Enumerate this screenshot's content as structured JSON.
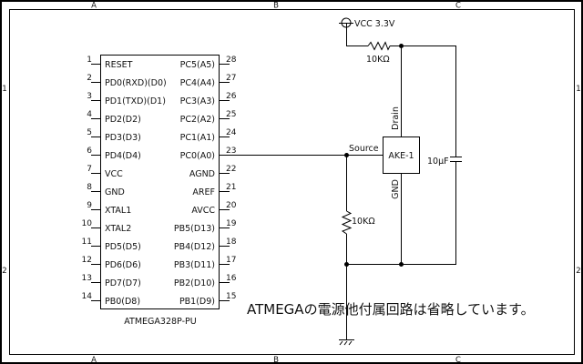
{
  "frame": {
    "col_labels": [
      "A",
      "B",
      "C"
    ],
    "row_labels": [
      "1",
      "2"
    ]
  },
  "chip": {
    "name": "ATMEGA328P-PU",
    "left_pins": [
      {
        "num": "1",
        "label": "RESET"
      },
      {
        "num": "2",
        "label": "PD0(RXD)(D0)"
      },
      {
        "num": "3",
        "label": "PD1(TXD)(D1)"
      },
      {
        "num": "4",
        "label": "PD2(D2)"
      },
      {
        "num": "5",
        "label": "PD3(D3)"
      },
      {
        "num": "6",
        "label": "PD4(D4)"
      },
      {
        "num": "7",
        "label": "VCC"
      },
      {
        "num": "8",
        "label": "GND"
      },
      {
        "num": "9",
        "label": "XTAL1"
      },
      {
        "num": "10",
        "label": "XTAL2"
      },
      {
        "num": "11",
        "label": "PD5(D5)"
      },
      {
        "num": "12",
        "label": "PD6(D6)"
      },
      {
        "num": "13",
        "label": "PD7(D7)"
      },
      {
        "num": "14",
        "label": "PB0(D8)"
      }
    ],
    "right_pins": [
      {
        "num": "28",
        "label": "PC5(A5)"
      },
      {
        "num": "27",
        "label": "PC4(A4)"
      },
      {
        "num": "26",
        "label": "PC3(A3)"
      },
      {
        "num": "25",
        "label": "PC2(A2)"
      },
      {
        "num": "24",
        "label": "PC1(A1)"
      },
      {
        "num": "23",
        "label": "PC0(A0)"
      },
      {
        "num": "22",
        "label": "AGND"
      },
      {
        "num": "21",
        "label": "AREF"
      },
      {
        "num": "20",
        "label": "AVCC"
      },
      {
        "num": "19",
        "label": "PB5(D13)"
      },
      {
        "num": "18",
        "label": "PB4(D12)"
      },
      {
        "num": "17",
        "label": "PB3(D11)"
      },
      {
        "num": "16",
        "label": "PB2(D10)"
      },
      {
        "num": "15",
        "label": "PB1(D9)"
      }
    ]
  },
  "power": {
    "vcc_label": "VCC 3.3V"
  },
  "pullup_resistor": {
    "value": "10KΩ"
  },
  "source_resistor": {
    "value": "10KΩ"
  },
  "sensor": {
    "name": "AKE-1",
    "drain_label": "Drain",
    "source_label": "Source",
    "gnd_label": "GND"
  },
  "capacitor": {
    "value": "10µF"
  },
  "note": {
    "text": "ATMEGAの電源他付属回路は省略しています。"
  }
}
